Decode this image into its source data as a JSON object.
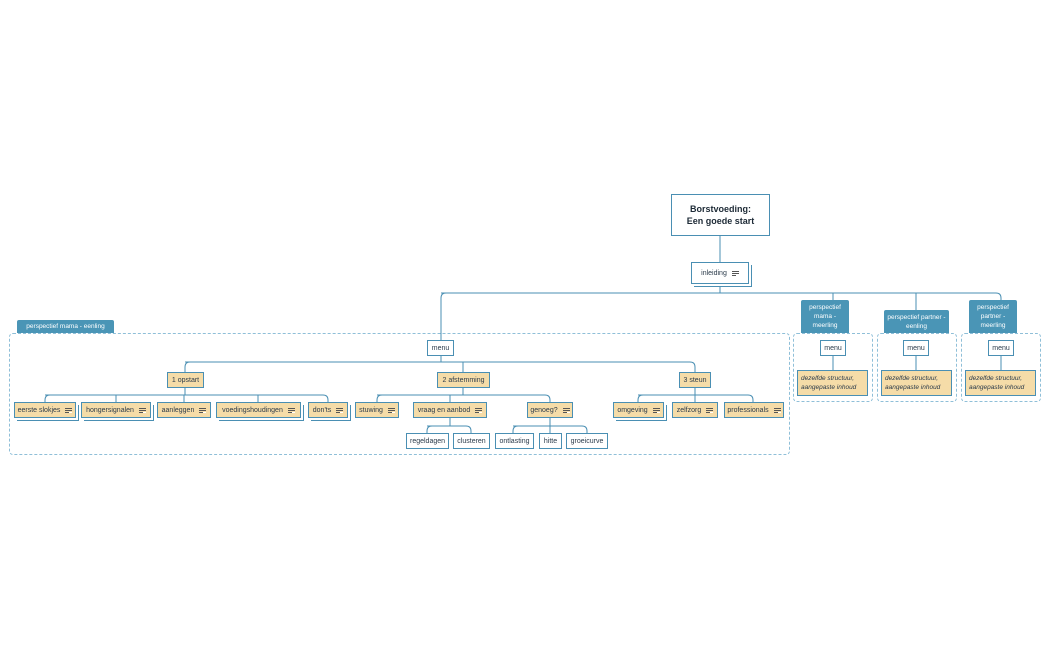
{
  "root": {
    "line1": "Borstvoeding:",
    "line2": "Een goede start"
  },
  "intro": "inleiding",
  "boundaries": {
    "main": "perspectief mama - eenling",
    "twins": "perspectief mama - meerling",
    "partner_single": "perspectief partner - eenling",
    "partner_twins": "perspectief partner - meerling"
  },
  "menu_label": "menu",
  "sections": {
    "opstart": {
      "label": "1 opstart",
      "children": [
        "eerste slokjes",
        "hongersignalen",
        "aanleggen",
        "voedingshoudingen",
        "don'ts"
      ]
    },
    "afstemming": {
      "label": "2 afstemming",
      "children": [
        "stuwing",
        "vraag en aanbod",
        "genoeg?"
      ],
      "vraag_children": [
        "regeldagen",
        "clusteren"
      ],
      "genoeg_children": [
        "ontlasting",
        "hitte",
        "groeicurve"
      ]
    },
    "steun": {
      "label": "3 steun",
      "children": [
        "omgeving",
        "zelfzorg",
        "professionals"
      ]
    }
  },
  "same_structure_note": "dezelfde structuur, aangepaste inhoud",
  "colors": {
    "line": "#4a8fb3",
    "tan": "#f5dca8",
    "header": "#4a95b6",
    "dashed": "#8fbfd8"
  }
}
